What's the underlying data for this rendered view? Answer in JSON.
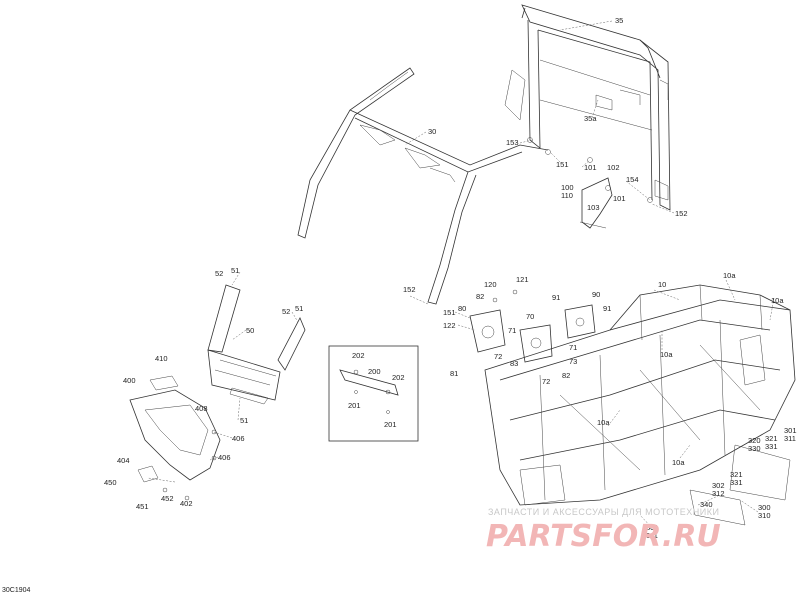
{
  "diagram_code": "30C1904",
  "watermark": {
    "tagline": "ЗАПЧАСТИ И АКСЕССУАРЫ ДЛЯ МОТОТЕХНИКИ",
    "logo": "PARTSFOR.RU"
  },
  "callouts": {
    "c35": "35",
    "c30": "30",
    "c35a": "35a",
    "c153": "153",
    "c151a": "151",
    "c101a": "101",
    "c102": "102",
    "c154": "154",
    "c100": "100",
    "c110": "110",
    "c101b": "101",
    "c103": "103",
    "c152a": "152",
    "c52a": "52",
    "c51a": "51",
    "c52b": "52",
    "c51b": "51",
    "c50": "50",
    "c51c": "51",
    "c410": "410",
    "c400": "400",
    "c408": "408",
    "c406a": "406",
    "c406b": "406",
    "c404": "404",
    "c450": "450",
    "c452": "452",
    "c402": "402",
    "c451": "451",
    "c202": "202",
    "c200": "200",
    "c202b": "202",
    "c201a": "201",
    "c201b": "201",
    "c152b": "152",
    "c151b": "151",
    "c120": "120",
    "c121": "121",
    "c82a": "82",
    "c80": "80",
    "c122": "122",
    "c81": "81",
    "c70": "70",
    "c71a": "71",
    "c72a": "72",
    "c83": "83",
    "c72b": "72",
    "c91a": "91",
    "c90": "90",
    "c91b": "91",
    "c71b": "71",
    "c73": "73",
    "c82b": "82",
    "c10": "10",
    "c10a1": "10a",
    "c10a2": "10a",
    "c10a3": "10a",
    "c10a4": "10a",
    "c10a5": "10a",
    "c301a": "301",
    "c311a": "311",
    "c320": "320",
    "c330": "330",
    "c321a": "321",
    "c331a": "331",
    "c321b": "321",
    "c331b": "331",
    "c302": "302",
    "c312": "312",
    "c340": "340",
    "c300": "300",
    "c310": "310",
    "c301b": "301",
    "c311b": "311"
  }
}
